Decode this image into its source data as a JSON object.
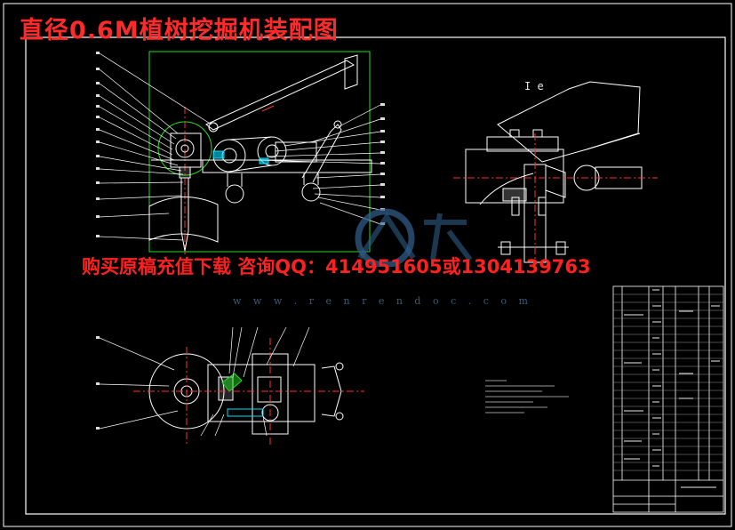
{
  "drawing": {
    "title": "直径0.6M植树挖掘机装配图",
    "promo_text": "购买原稿充值下载 咨询QQ：414951605或1304139763",
    "watermark_site": "w w w . r e n r e n d o c . c o m",
    "view_label": "I e",
    "colors": {
      "background": "#000000",
      "title_red": "#ff2a2a",
      "frame": "#ffffff",
      "outline": "#ffffff",
      "centerline": "#ff3030",
      "boundary_green": "#22dd22",
      "watermark_blue": "#2f5b86",
      "leader_line": "#ffffff",
      "highlight_cyan": "#00e0ff"
    },
    "icons": [
      "watermark-logo-icon"
    ]
  }
}
